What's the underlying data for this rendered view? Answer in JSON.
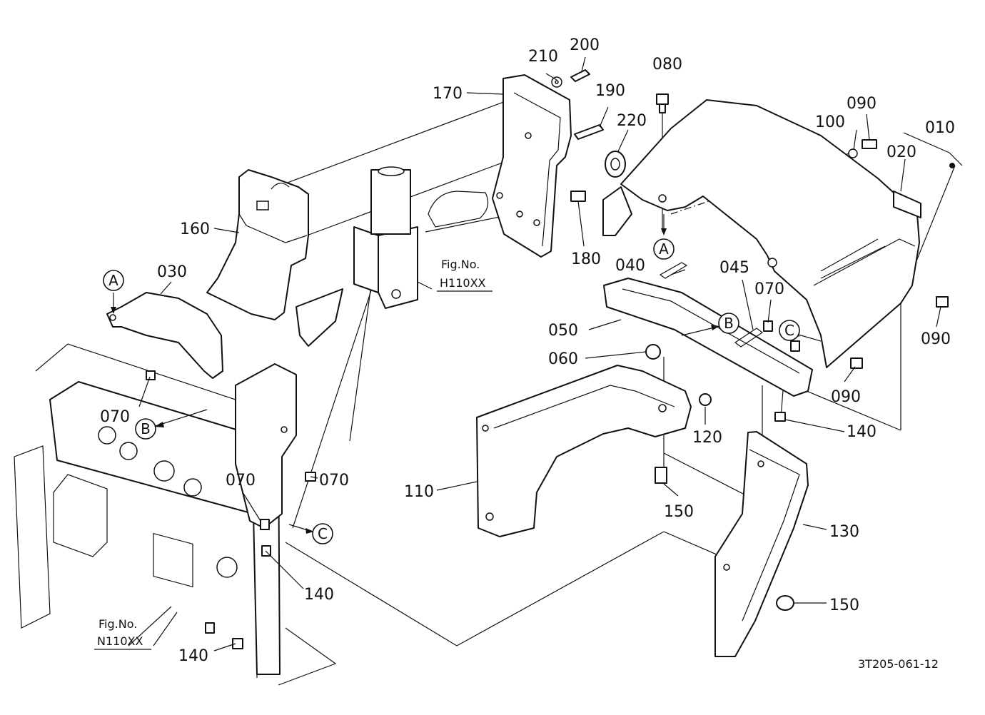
{
  "part_labels": {
    "p010": "010",
    "p020": "020",
    "p030": "030",
    "p040": "040",
    "p045": "045",
    "p050": "050",
    "p060": "060",
    "p070a": "070",
    "p070b": "070",
    "p070c": "070",
    "p070d": "070",
    "p080": "080",
    "p090a": "090",
    "p090b": "090",
    "p090c": "090",
    "p100": "100",
    "p110": "110",
    "p120": "120",
    "p130": "130",
    "p140a": "140",
    "p140b": "140",
    "p140c": "140",
    "p150a": "150",
    "p150b": "150",
    "p160": "160",
    "p170": "170",
    "p180": "180",
    "p190": "190",
    "p200": "200",
    "p210": "210",
    "p220": "220"
  },
  "callouts": {
    "a1": "A",
    "a2": "A",
    "b1": "B",
    "b2": "B",
    "c1": "C",
    "c2": "C"
  },
  "figure_refs": {
    "h_label": "Fig.No.",
    "h_number": "H110XX",
    "n_label": "Fig.No.",
    "n_number": "N110XX"
  },
  "drawing_code": "3T205-061-12"
}
